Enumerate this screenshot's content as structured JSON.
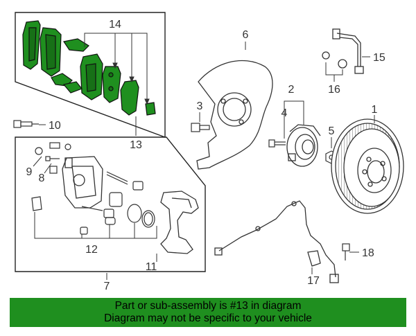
{
  "callouts": {
    "c1": "1",
    "c2": "2",
    "c3": "3",
    "c4": "4",
    "c5": "5",
    "c6": "6",
    "c7": "7",
    "c8": "8",
    "c9": "9",
    "c10": "10",
    "c11": "11",
    "c12": "12",
    "c13": "13",
    "c14": "14",
    "c15": "15",
    "c16": "16",
    "c17": "17",
    "c18": "18"
  },
  "colors": {
    "highlight": "#1f8f1f",
    "line": "#333333"
  },
  "banner": {
    "line1": "Part or sub-assembly is #13 in diagram",
    "line2": "Diagram may not be specific to your vehicle"
  }
}
